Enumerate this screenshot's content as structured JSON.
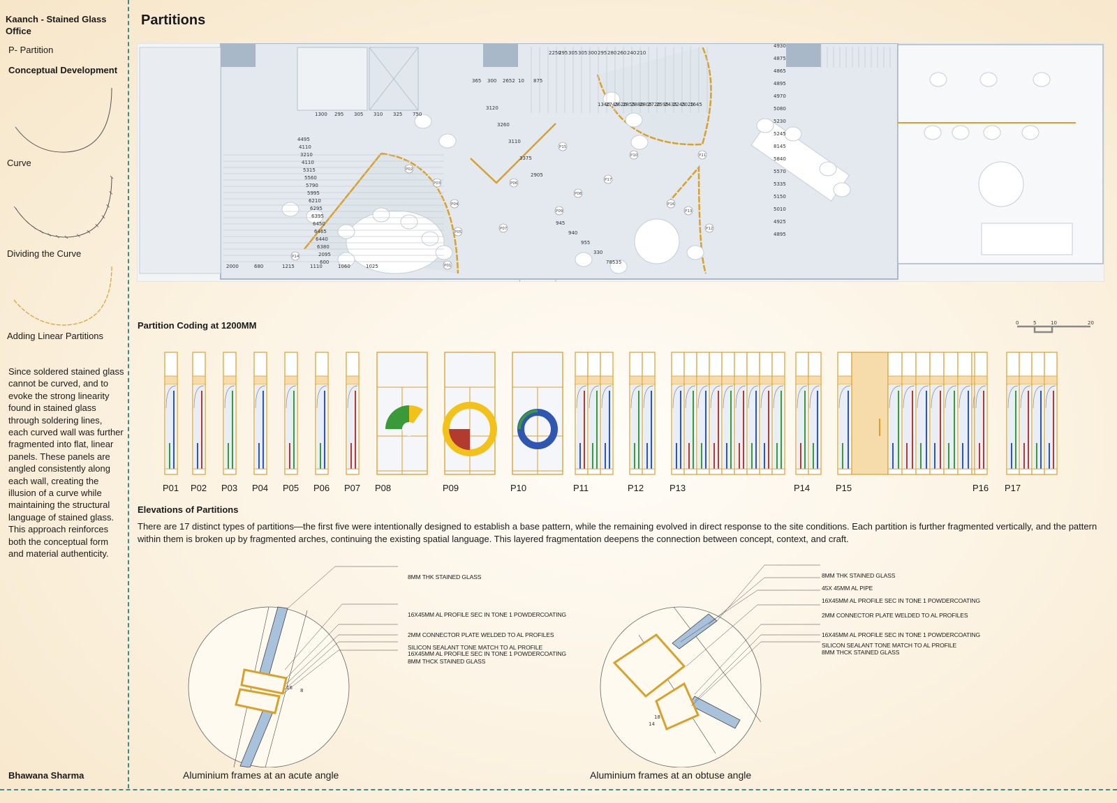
{
  "sidebar": {
    "project_title": "Kaanch - Stained Glass Office",
    "legend_key": "P- Partition",
    "concept_heading": "Conceptual Development",
    "stages": [
      "Curve",
      "Dividing the Curve",
      "Adding Linear Partitions"
    ],
    "concept_text": "Since soldered stained glass cannot be curved, and to evoke the strong linearity found in stained glass through soldering lines, each curved wall was further fragmented into flat, linear panels. These panels are angled consistently along each wall, creating the illusion of a curve while maintaining the structural language of stained glass. This approach reinforces both the conceptual form and material authenticity.",
    "author": "Bhawana Sharma"
  },
  "main": {
    "title": "Partitions",
    "plan_dimensions": [
      "1300",
      "295",
      "305",
      "310",
      "325",
      "750",
      "365",
      "300",
      "2652",
      "10",
      "875",
      "2250",
      "295",
      "305",
      "305",
      "300",
      "295",
      "280",
      "260",
      "240",
      "210",
      "4930",
      "4875",
      "4865",
      "4895",
      "4970",
      "5080",
      "5230",
      "5245",
      "8145",
      "5840",
      "5570",
      "5335",
      "5150",
      "5010",
      "4925",
      "4895",
      "3120",
      "3260",
      "3110",
      "3375",
      "2905",
      "4495",
      "4110",
      "3210",
      "4110",
      "5315",
      "5560",
      "5790",
      "5995",
      "6210",
      "6295",
      "6395",
      "6450",
      "6465",
      "6440",
      "6380",
      "2095",
      "600",
      "2000",
      "680",
      "1215",
      "1110",
      "1060",
      "1025",
      "1340",
      "2745",
      "2620",
      "2855",
      "2880",
      "2805",
      "2720",
      "2595",
      "2435",
      "2245",
      "2025",
      "1645",
      "945",
      "940",
      "955",
      "330",
      "78535"
    ],
    "plan_tags": [
      "P01",
      "P02",
      "P03",
      "P04",
      "P05",
      "P06",
      "P07",
      "P08",
      "P09",
      "P10",
      "P11",
      "P12",
      "P13",
      "P14",
      "P15",
      "P16",
      "P17"
    ],
    "coding_title": "Partition Coding at 1200MM",
    "scale_ticks": [
      "0",
      "5",
      "10",
      "20"
    ],
    "partitions": [
      {
        "label": "P01",
        "panels": 1
      },
      {
        "label": "P02",
        "panels": 1
      },
      {
        "label": "P03",
        "panels": 1
      },
      {
        "label": "P04",
        "panels": 1
      },
      {
        "label": "P05",
        "panels": 1
      },
      {
        "label": "P06",
        "panels": 1
      },
      {
        "label": "P07",
        "panels": 1
      },
      {
        "label": "P08",
        "panels": 1
      },
      {
        "label": "P09",
        "panels": 1
      },
      {
        "label": "P10",
        "panels": 1
      },
      {
        "label": "P11",
        "panels": 3
      },
      {
        "label": "P12",
        "panels": 2
      },
      {
        "label": "P13",
        "panels": 9
      },
      {
        "label": "P14",
        "panels": 2
      },
      {
        "label": "P15",
        "panels": 9
      },
      {
        "label": "P16",
        "panels": 1
      },
      {
        "label": "P17",
        "panels": 4
      }
    ],
    "elevations_title": "Elevations of Partitions",
    "elevations_text": "There are 17 distinct types of partitions—the first five were intentionally designed to establish a base pattern, while the remaining evolved in direct response to the site conditions. Each partition is further fragmented vertically, and the pattern within them is broken up by fragmented arches, continuing the existing spatial language. This layered fragmentation deepens the connection between concept, context, and craft.",
    "details": [
      {
        "caption": "Aluminium frames at an acute angle",
        "notes": [
          "8MM THK STAINED GLASS",
          "16X45MM AL PROFILE SEC IN TONE 1 POWDERCOATING",
          "2MM CONNECTOR PLATE WELDED TO AL PROFILES",
          "SILICON SEALANT TONE MATCH TO AL PROFILE",
          "16X45MM AL PROFILE SEC IN TONE 1 POWDERCOATING",
          "8MM THCK STAINED GLASS"
        ],
        "dims": [
          "16",
          "8"
        ]
      },
      {
        "caption": "Aluminium frames at an obtuse angle",
        "notes": [
          "8MM THK STAINED GLASS",
          "45X 45MM AL PIPE",
          "16X45MM AL PROFILE SEC IN TONE 1 POWDERCOATING",
          "2MM CONNECTOR PLATE WELDED TO AL PROFILES",
          "16X45MM AL PROFILE SEC IN TONE 1 POWDERCOATING",
          "SILICON SEALANT TONE MATCH TO AL PROFILE",
          "8MM THCK STAINED GLASS"
        ],
        "dims": [
          "18",
          "14"
        ]
      }
    ]
  },
  "colors": {
    "accent": "#d9a02b",
    "teal_rule": "#3d8a8a",
    "glass_blue": "#2f56b0",
    "glass_red": "#b23a2e",
    "glass_green": "#3a9a3a",
    "glass_yellow": "#f2c21a",
    "wall": "#a9b8c8"
  }
}
